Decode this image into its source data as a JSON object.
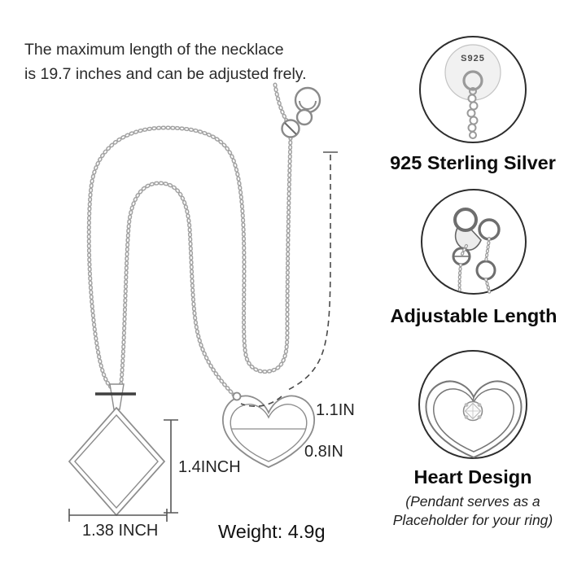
{
  "description": {
    "line1": "The maximum length of the necklace",
    "line2": "is 19.7 inches and can be adjusted frely."
  },
  "measurements": {
    "heart_width": "1.1IN",
    "heart_depth": "0.8IN",
    "pendant_height": "1.4INCH",
    "pendant_width": "1.38 INCH",
    "weight": "Weight: 4.9g"
  },
  "features": [
    {
      "title": "925 Sterling Silver",
      "icon": "s925-round-tag-icon",
      "tag_text": "S925"
    },
    {
      "title": "Adjustable Length",
      "icon": "lobster-clasp-icon"
    },
    {
      "title": "Heart Design",
      "icon": "heart-pendant-gem-icon",
      "note_line1": "(Pendant serves as a",
      "note_line2": "Placeholder for your ring)"
    }
  ],
  "colors": {
    "background": "#ffffff",
    "line_art": "#9e9e9e",
    "text": "#1c1c1c",
    "badge_outline": "#2d2d2d"
  }
}
